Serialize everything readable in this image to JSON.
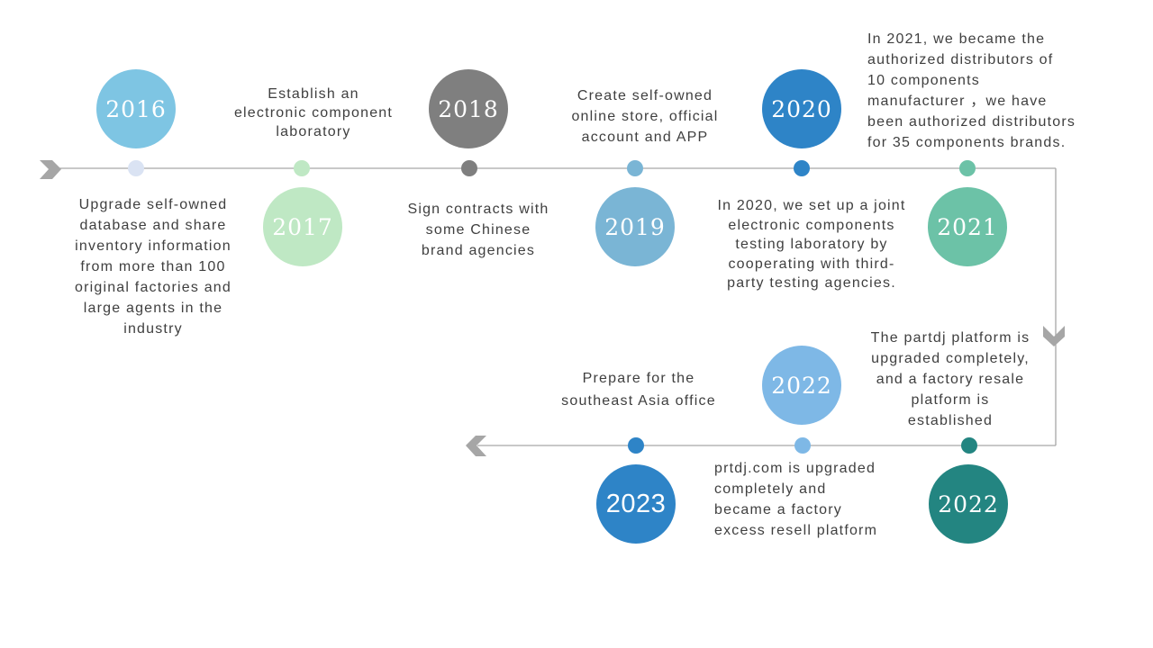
{
  "milestones": [
    {
      "year": "2016",
      "text": "Upgrade self-owned\ndatabase and share\ninventory information\nfrom more than 100\noriginal factories and\nlarge agents in the\nindustry",
      "circle_color": "#7ec5e3",
      "dot_color": "#dae3f3"
    },
    {
      "year": "2017",
      "text": "Establish an\nelectronic component\nlaboratory",
      "circle_color": "#bfe8c4",
      "dot_color": "#bfe8c4"
    },
    {
      "year": "2018",
      "text": "Sign contracts with\nsome Chinese\nbrand agencies",
      "circle_color": "#7f7f7f",
      "dot_color": "#7f7f7f"
    },
    {
      "year": "2019",
      "text": "Create self-owned\nonline store, official\naccount and APP",
      "circle_color": "#7ab5d5",
      "dot_color": "#7ab5d5"
    },
    {
      "year": "2020",
      "text": "In 2020, we set up a joint\nelectronic components\ntesting laboratory by\ncooperating with third-\nparty testing agencies.",
      "circle_color": "#2e84c7",
      "dot_color": "#2e84c7"
    },
    {
      "year": "2021",
      "text": "In 2021, we became the\nauthorized distributors of\n10 components\nmanufacturer ，we have\nbeen authorized distributors\nfor 35 components  brands.",
      "circle_color": "#6cc2a7",
      "dot_color": "#6cc2a7"
    },
    {
      "year": "2022",
      "text": "The partdj platform is\nupgraded completely,\nand a factory resale\nplatform is\nestablished",
      "circle_color": "#238581",
      "dot_color": "#238581"
    },
    {
      "year": "2022",
      "text": "prtdj.com is upgraded\ncompletely and\nbecame a factory\nexcess resell platform",
      "circle_color": "#7eb8e6",
      "dot_color": "#7eb8e6"
    },
    {
      "year": "2023",
      "text": "Prepare for the\nsoutheast  Asia office",
      "circle_color": "#2e84c7",
      "dot_color": "#2e84c7"
    }
  ],
  "colors": {
    "line": "#a6a6a6",
    "arrow": "#a6a6a6",
    "text": "#3f3f3f"
  }
}
